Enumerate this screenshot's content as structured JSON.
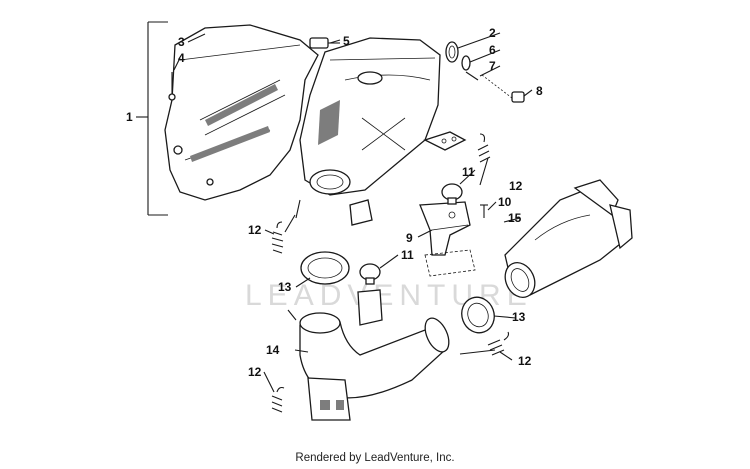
{
  "callouts": [
    "1",
    "2",
    "3",
    "4",
    "5",
    "6",
    "7",
    "8",
    "9",
    "10",
    "11",
    "11",
    "12",
    "12",
    "12",
    "12",
    "12",
    "13",
    "13",
    "14",
    "15"
  ],
  "watermark": "LEADVENTURE",
  "footer": "Rendered by LeadVenture, Inc.",
  "colors": {
    "line": "#1a1a1a",
    "shade": "#7d7d7d",
    "watermark": "#d9d9d9"
  }
}
